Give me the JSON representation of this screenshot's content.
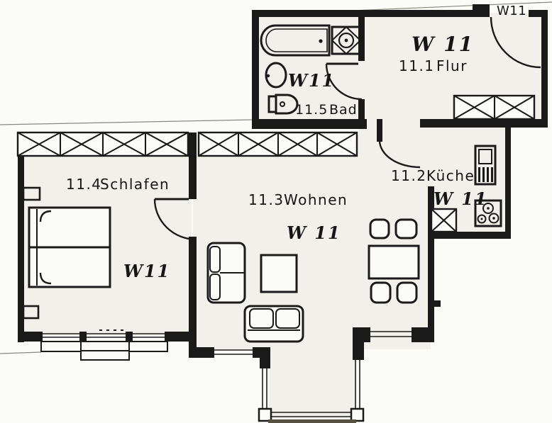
{
  "plan": {
    "entrance_unit_label": "W11",
    "rooms": {
      "flur": {
        "number": "11.1",
        "name": "Flur",
        "unit": "W 11"
      },
      "kueche": {
        "number": "11.2",
        "name": "Küche",
        "unit": "W 11"
      },
      "wohnen": {
        "number": "11.3",
        "name": "Wohnen",
        "unit": "W 11"
      },
      "schlafen": {
        "number": "11.4",
        "name": "Schlafen",
        "unit": "W11"
      },
      "bad": {
        "number": "11.5",
        "name": "Bad",
        "unit": "W11"
      }
    }
  },
  "colors": {
    "ink": "#1a1a1a",
    "paper": "#fbfbf8",
    "room_fill": "#f1f0ea"
  }
}
